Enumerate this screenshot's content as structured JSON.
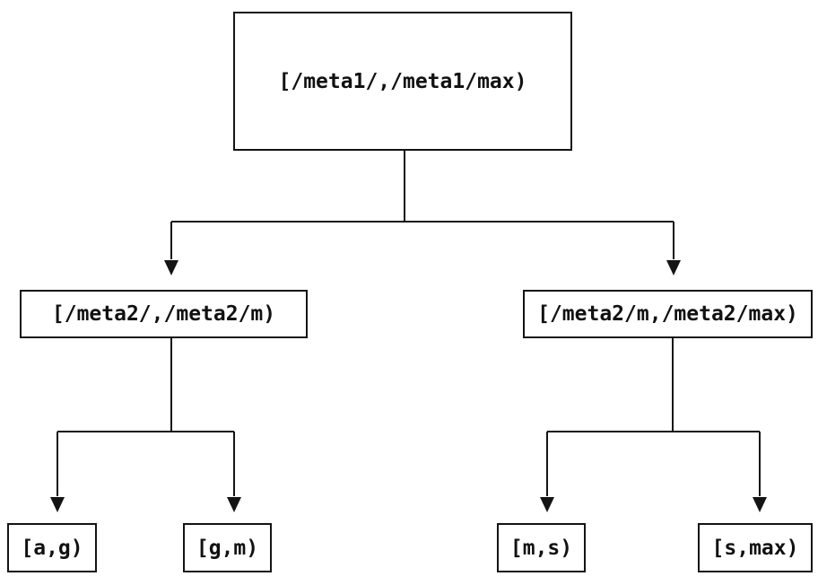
{
  "diagram": {
    "type": "binary-tree",
    "background_color": "#ffffff",
    "line_color": "#141414",
    "text_color": "#111111",
    "nodes": [
      {
        "id": "root",
        "level": 0,
        "label": "[/meta1/,/meta1/max)"
      },
      {
        "id": "left-child",
        "level": 1,
        "label": "[/meta2/,/meta2/m)"
      },
      {
        "id": "right-child",
        "level": 1,
        "label": "[/meta2/m,/meta2/max)"
      },
      {
        "id": "leaf-a-g",
        "level": 2,
        "label": "[a,g)"
      },
      {
        "id": "leaf-g-m",
        "level": 2,
        "label": "[g,m)"
      },
      {
        "id": "leaf-m-s",
        "level": 2,
        "label": "[m,s)"
      },
      {
        "id": "leaf-s-max",
        "level": 2,
        "label": "[s,max)"
      }
    ],
    "edges": [
      {
        "from": "root",
        "to": "left-child"
      },
      {
        "from": "root",
        "to": "right-child"
      },
      {
        "from": "left-child",
        "to": "leaf-a-g"
      },
      {
        "from": "left-child",
        "to": "leaf-g-m"
      },
      {
        "from": "right-child",
        "to": "leaf-m-s"
      },
      {
        "from": "right-child",
        "to": "leaf-s-max"
      }
    ]
  }
}
